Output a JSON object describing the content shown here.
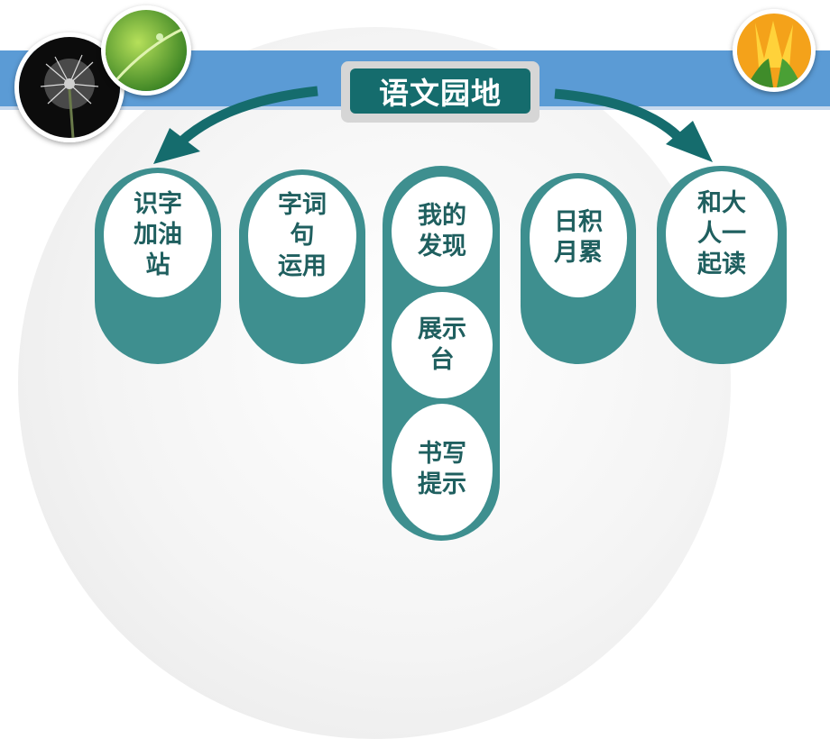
{
  "title": "语文园地",
  "items": [
    {
      "label_lines": [
        "识字",
        "加油",
        "站"
      ]
    },
    {
      "label_lines": [
        "字词",
        "句",
        "运用"
      ]
    },
    {
      "label_lines": [
        "日积",
        "月累"
      ]
    },
    {
      "label_lines": [
        "和大",
        "人一",
        "起读"
      ]
    }
  ],
  "center_items": [
    {
      "label_lines": [
        "我的",
        "发现"
      ]
    },
    {
      "label_lines": [
        "展示",
        "台"
      ]
    },
    {
      "label_lines": [
        "书写",
        "提示"
      ]
    }
  ],
  "colors": {
    "band": "#5b9bd5",
    "teal_dark": "#156c6d",
    "teal": "#3e8f8f",
    "text": "#1f5f5f"
  },
  "icons": [
    "dandelion-photo",
    "green-leaf-photo",
    "yellow-tulip-photo"
  ]
}
